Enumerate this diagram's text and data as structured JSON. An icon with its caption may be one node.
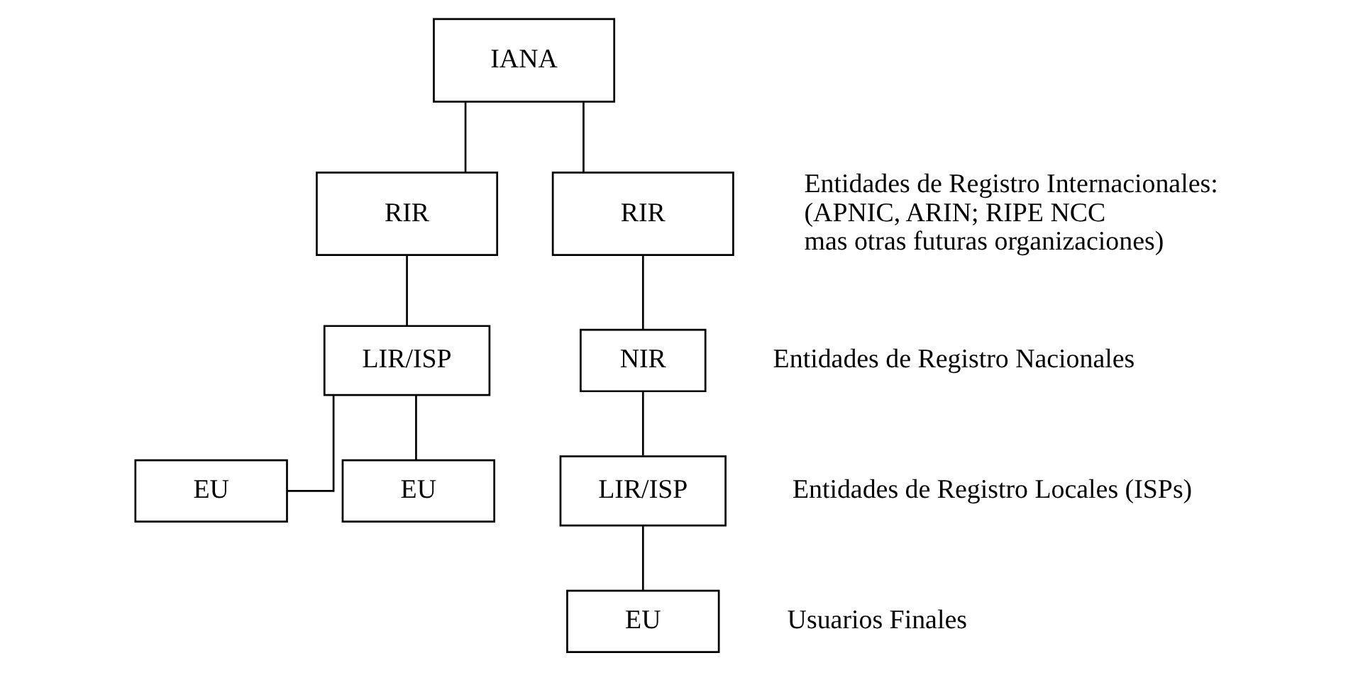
{
  "diagram": {
    "nodes": [
      {
        "text": [
          "IANA"
        ]
      },
      {
        "text": [
          "RIR"
        ]
      },
      {
        "text": [
          "RIR"
        ]
      },
      {
        "text": [
          "NIR"
        ]
      },
      {
        "text": [
          "LIR/ISP"
        ]
      },
      {
        "text": [
          "LIR/ISP"
        ]
      },
      {
        "text": [
          "EU"
        ]
      },
      {
        "text": [
          "EU"
        ]
      },
      {
        "text": [
          "EU"
        ]
      }
    ],
    "edges": [
      {
        "from": 0,
        "to": 1,
        "arrow": "none"
      },
      {
        "from": 0,
        "to": 2,
        "arrow": "none"
      },
      {
        "from": 1,
        "to": 4,
        "arrow": "none"
      },
      {
        "from": 2,
        "to": 3,
        "arrow": "none"
      },
      {
        "from": 3,
        "to": 5,
        "arrow": "none"
      },
      {
        "from": 4,
        "to": 6,
        "arrow": "none"
      },
      {
        "from": 4,
        "to": 7,
        "arrow": "none"
      },
      {
        "from": 5,
        "to": 8,
        "arrow": "none"
      }
    ],
    "labels": [
      "Entidades de Registro Internacionales: (APNIC, ARIN; RIPE NCC mas otras futuras organizaciones)",
      "Entidades de Registro Nacionales",
      "Entidades de Registro Locales (ISPs)",
      "Usuarios Finales"
    ]
  }
}
